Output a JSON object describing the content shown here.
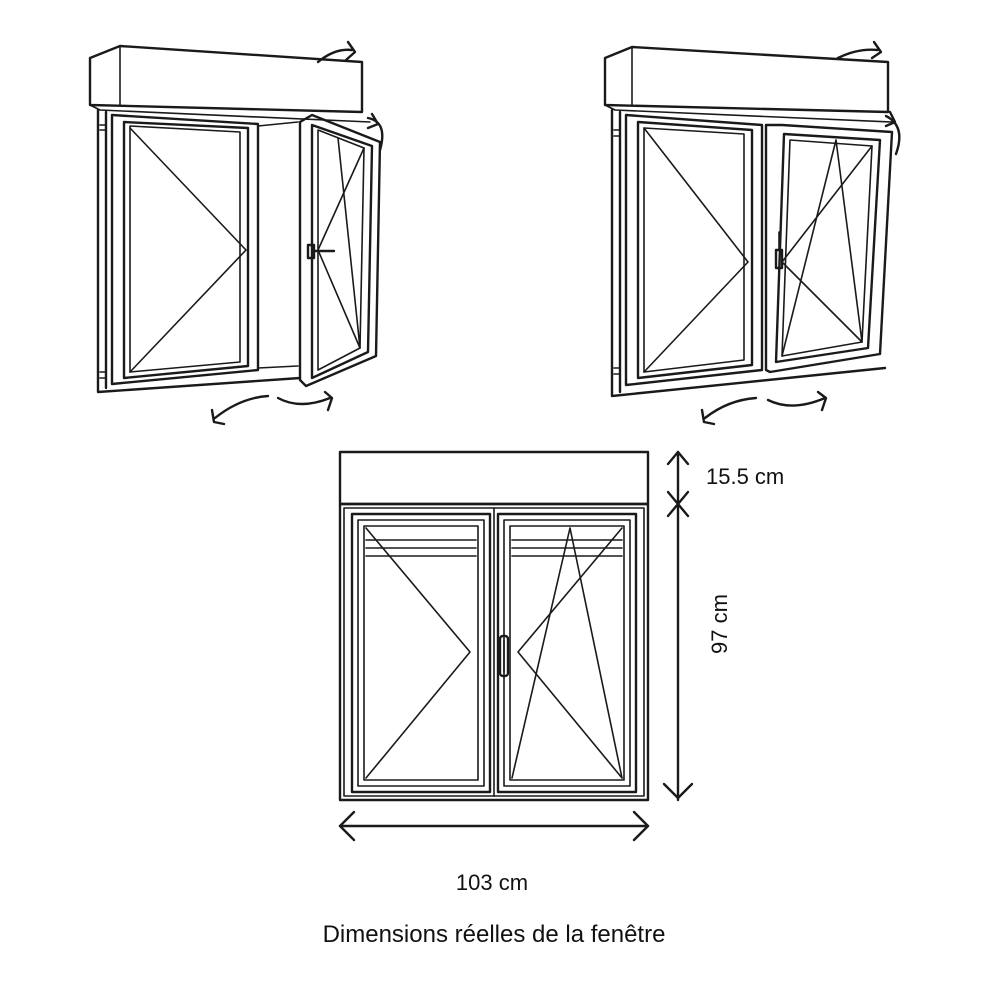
{
  "dimensions": {
    "shutter_box_height": "15.5 cm",
    "window_height": "97 cm",
    "window_width": "103 cm"
  },
  "caption": "Dimensions réelles de la fenêtre",
  "icons": [
    "casement-open-illustration",
    "tilt-open-illustration",
    "front-elevation-drawing"
  ],
  "colors": {
    "line": "#1a1a1a",
    "background": "#ffffff"
  }
}
